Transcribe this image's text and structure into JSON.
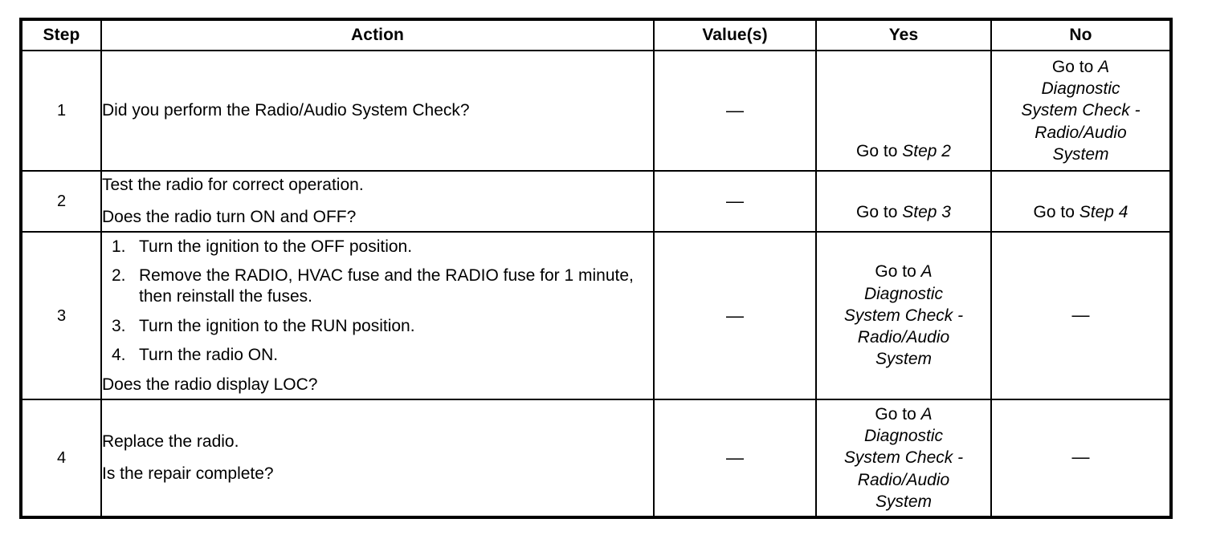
{
  "table": {
    "headers": {
      "step": "Step",
      "action": "Action",
      "value": "Value(s)",
      "yes": "Yes",
      "no": "No"
    },
    "dash": "—",
    "goto_prefix": "Go to ",
    "goto_target_lines": [
      "A",
      "Diagnostic",
      "System Check -",
      "Radio/Audio",
      "System"
    ],
    "rows": [
      {
        "step": "1",
        "action_lines": [
          "Did you perform the Radio/Audio System Check?"
        ],
        "value": "—",
        "yes_prefix": "Go to ",
        "yes_italic": "Step 2",
        "yes_type": "goto-step",
        "no_type": "goto-dsc"
      },
      {
        "step": "2",
        "action_lines": [
          "Test the radio for correct operation.",
          "Does the radio turn ON and OFF?"
        ],
        "value": "—",
        "yes_prefix": "Go to ",
        "yes_italic": "Step 3",
        "yes_type": "goto-step",
        "no_prefix": "Go to ",
        "no_italic": "Step 4",
        "no_type": "goto-step"
      },
      {
        "step": "3",
        "numbered": [
          "Turn the ignition to the OFF position.",
          "Remove the RADIO, HVAC fuse and the RADIO fuse for 1 minute, then reinstall the fuses.",
          "Turn the ignition to the RUN position.",
          "Turn the radio ON."
        ],
        "numbered_labels": [
          "1.",
          "2.",
          "3.",
          "4."
        ],
        "trailing_question": "Does the radio display LOC?",
        "value": "—",
        "yes_type": "goto-dsc",
        "no_type": "dash",
        "no": "—"
      },
      {
        "step": "4",
        "action_lines": [
          "Replace the radio.",
          "Is the repair complete?"
        ],
        "value": "—",
        "yes_type": "goto-dsc",
        "no_type": "dash",
        "no": "—"
      }
    ]
  }
}
